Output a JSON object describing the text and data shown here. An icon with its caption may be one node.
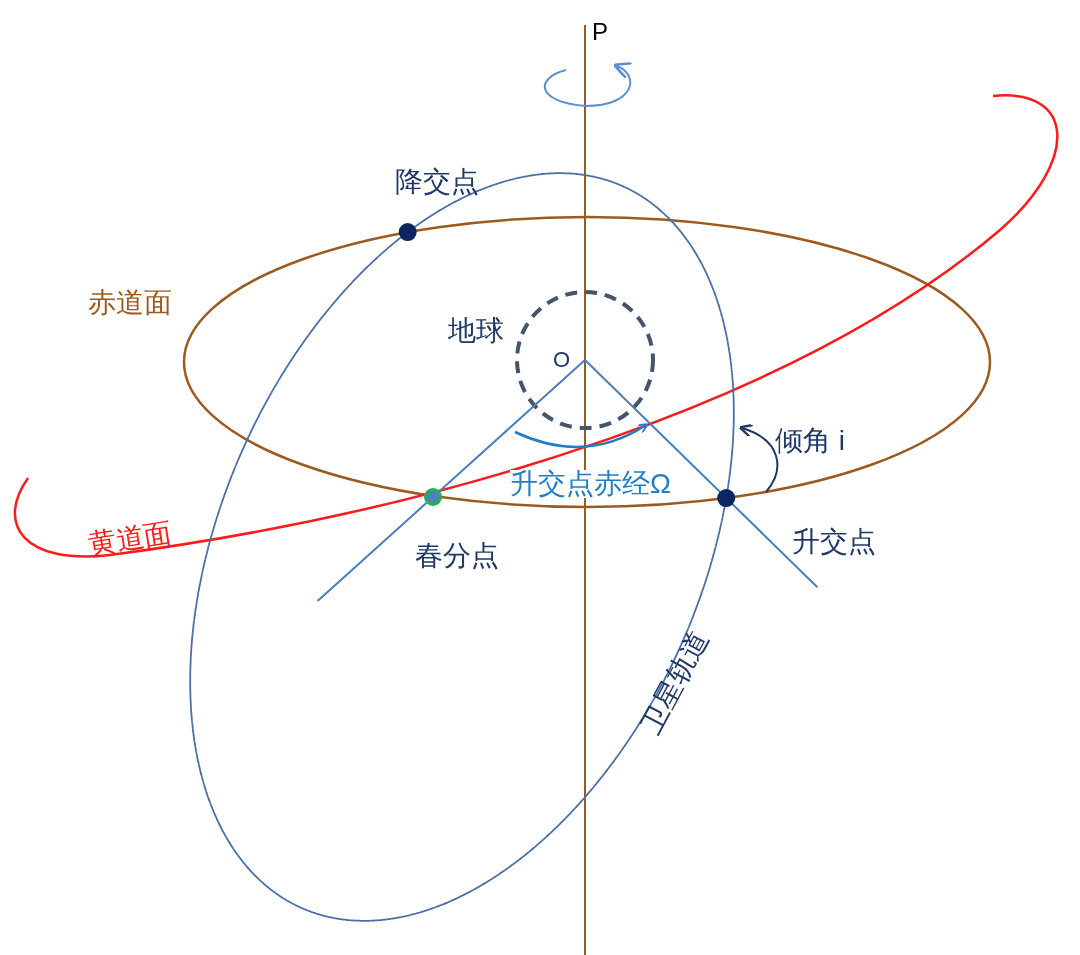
{
  "diagram": {
    "labels": [
      "P",
      "降交点",
      "赤道面",
      "地球",
      "O",
      "倾角 i",
      "升交点赤经Ω",
      "黄道面",
      "升交点",
      "春分点",
      "卫星轨道"
    ]
  }
}
